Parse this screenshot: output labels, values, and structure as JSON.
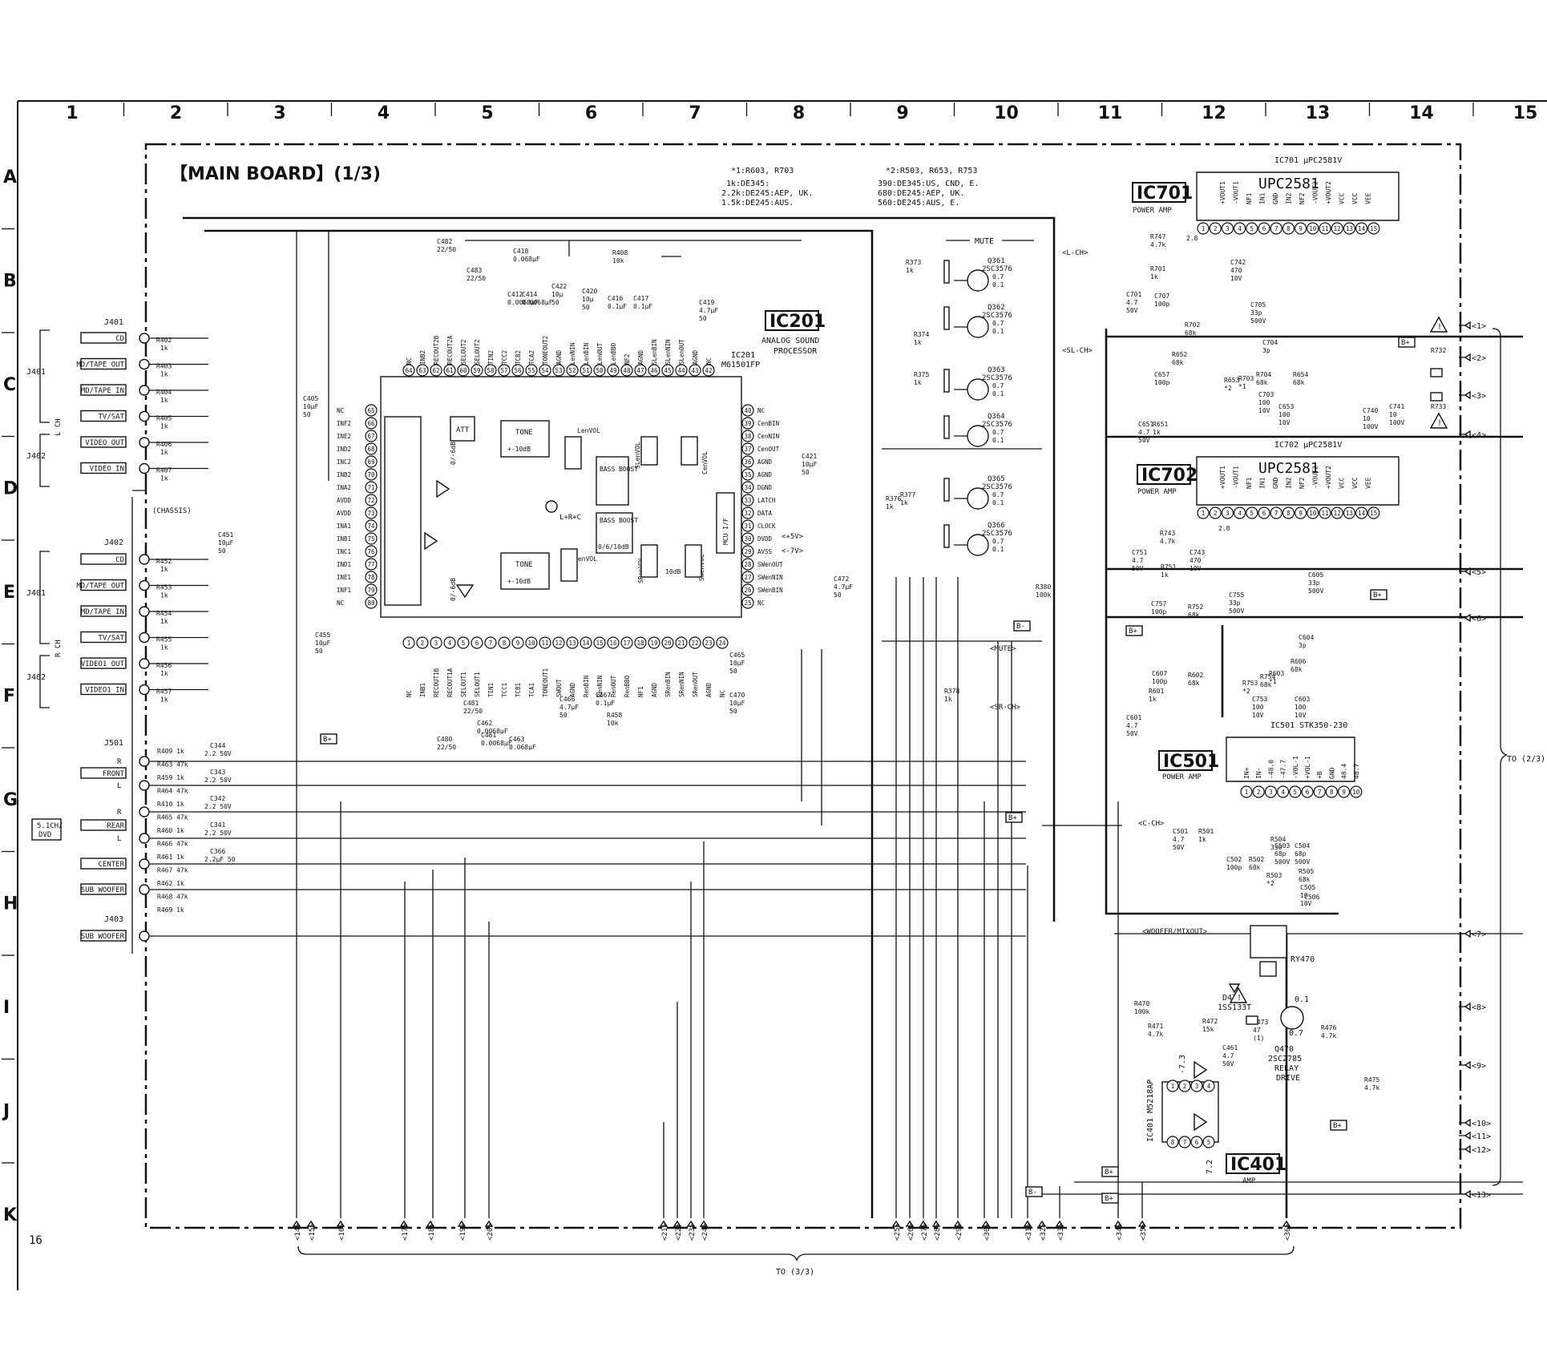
{
  "page_number": "16",
  "board_title": "【MAIN BOARD】(1/3)",
  "grid": {
    "columns": [
      "1",
      "2",
      "3",
      "4",
      "5",
      "6",
      "7",
      "8",
      "9",
      "10",
      "11",
      "12",
      "13",
      "14",
      "15"
    ],
    "rows": [
      "A",
      "B",
      "C",
      "D",
      "E",
      "F",
      "G",
      "H",
      "I",
      "J",
      "K"
    ]
  },
  "notes": {
    "note1": [
      "*1:R603, R703",
      "1k:DE345:",
      "2.2k:DE245:AEP, UK.",
      "1.5k:DE245:AUS."
    ],
    "note2": [
      "*2:R503, R653, R753",
      "390:DE345:US, CND, E.",
      "680:DE245:AEP, UK.",
      "560:DE245:AUS, E."
    ]
  },
  "ic201": {
    "label": "IC201",
    "desc1": "ANALOG SOUND",
    "desc2": "PROCESSOR",
    "part1": "IC201",
    "part2": "M61501FP"
  },
  "ic701": {
    "label": "IC701",
    "desc": "POWER AMP",
    "part": "IC701 µPC2581V",
    "chip": "UPC2581"
  },
  "ic702": {
    "label": "IC702",
    "desc": "POWER AMP",
    "part": "IC702 µPC2581V",
    "chip": "UPC2581"
  },
  "ic501": {
    "label": "IC501",
    "desc": "POWER AMP",
    "part": "IC501 STK350-230"
  },
  "ic401": {
    "label": "IC401",
    "desc": "AMP",
    "part": "IC401 M5218AP"
  },
  "pa_pins": [
    "+VOUT1",
    "-VOUT1",
    "NF1",
    "IN1",
    "GND",
    "IN2",
    "NF2",
    "-VOUT2",
    "+VOUT2",
    "VCC",
    "VCC",
    "VEE"
  ],
  "ic501_pins": [
    "IN+",
    "IN-",
    "-48.0",
    "-47.7",
    "-VOL-1",
    "+VOL-1",
    "+B",
    "GND",
    "48.4",
    "48.7"
  ],
  "front_left": {
    "j401": "J401",
    "j402": "J402",
    "ch": "L CH",
    "jacks": [
      "CD",
      "MD/TAPE OUT",
      "MD/TAPE IN",
      "TV/SAT",
      "VIDEO OUT",
      "VIDEO IN"
    ],
    "resistors": [
      "R402 1k",
      "R403 1k",
      "R404 1k",
      "R405 1k",
      "R406 1k",
      "R407 1k"
    ],
    "chassis": "(CHASSIS)"
  },
  "front_right": {
    "j401": "J401",
    "j402": "J402",
    "ch": "R CH",
    "top": "J402",
    "jacks": [
      "CD",
      "MD/TAPE OUT",
      "MD/TAPE IN",
      "TV/SAT",
      "VIDEO1 OUT",
      "VIDEO1 IN"
    ],
    "resistors": [
      "R452 1k",
      "R453 1k",
      "R454 1k",
      "R455 1k",
      "R456 1k",
      "R457 1k"
    ]
  },
  "j401_top": "J401",
  "surround": {
    "j501": "J501",
    "j403": "J403",
    "group": "5.1CH/ DVD",
    "labels": [
      "FRONT",
      "REAR",
      "CENTER",
      "SUB WOOFER",
      "SUB WOOFER"
    ],
    "lr": [
      "R",
      "L",
      "R",
      "L"
    ],
    "resistors": [
      "R409 1k",
      "R463 47k",
      "R459 1k",
      "R464 47k",
      "R410 1k",
      "R465 47k",
      "R460 1k",
      "R466 47k",
      "R461 1k",
      "R467 47k",
      "R462 1k",
      "R468 47k",
      "R469 1k"
    ],
    "caps": [
      "C344 2.2 50V",
      "C343 2.2 50V",
      "C342 2.2 50V",
      "C341 2.2 50V",
      "C366 2.2µF 50"
    ]
  },
  "ic201_left_pins": [
    "NC",
    "INF2",
    "INE2",
    "IND2",
    "INC2",
    "INB2",
    "INA2",
    "AVDD",
    "AVDD",
    "INA1",
    "INB1",
    "INC1",
    "IND1",
    "INE1",
    "INF1",
    "NC"
  ],
  "ic201_right_pins": [
    "NC",
    "CenBIN",
    "CenNIN",
    "CenOUT",
    "AGND",
    "AGND",
    "DGND",
    "LATCH",
    "DATA",
    "CLOCK",
    "DVDD",
    "AVSS",
    "SWenOUT",
    "SWenNIN",
    "SWenBIN",
    "NC"
  ],
  "ic201_top_pins": [
    "NC",
    "INB2",
    "RECOUT2B",
    "RECOUT2A",
    "SELOUT2",
    "SELOUT2",
    "TIN2",
    "TCC2",
    "TCB2",
    "TCA2",
    "TONEOUT2",
    "AGND",
    "LenNIN",
    "LenBIN",
    "LenOUT",
    "LenBBO",
    "NF2",
    "AGND",
    "SLenBIN",
    "SLenNIN",
    "SLenOUT",
    "AGND",
    "NC"
  ],
  "ic201_bottom_pins": [
    "NC",
    "INB1",
    "RECOUT1B",
    "RECOUT1A",
    "SELOUT1",
    "SELOUT1",
    "TIN1",
    "TCC1",
    "TCB1",
    "TCA1",
    "TONEOUT1",
    "SWOUT",
    "AGND",
    "RenBIN",
    "RenNIN",
    "RenOUT",
    "RenBBO",
    "NF1",
    "AGND",
    "SRenBIN",
    "SRenNIN",
    "SRenOUT",
    "AGND",
    "NC"
  ],
  "blocks": {
    "att": "ATT",
    "tone": "TONE",
    "tone_sub": "+-10dB",
    "gain": "0/-6dB",
    "bass": "BASS BOOST",
    "bass_sub": "0/6/10dB",
    "mcu": "MCU I/F",
    "sum": "L+R+C",
    "lenvol": "LenVOL",
    "renvol": "RenVOL",
    "cenvol": "CenVOL",
    "slenvol": "SLenVOL",
    "srenvol": "SRenVOL",
    "swenvol": "SWenVOL",
    "db10": "10dB"
  },
  "transistors": [
    {
      "ref": "Q361",
      "part": "2SC3576",
      "v": [
        "0.7",
        "0.1"
      ]
    },
    {
      "ref": "Q362",
      "part": "2SC3576",
      "v": [
        "0.7",
        "0.1"
      ]
    },
    {
      "ref": "Q363",
      "part": "2SC3576",
      "v": [
        "0.7",
        "0.1"
      ]
    },
    {
      "ref": "Q364",
      "part": "2SC3576",
      "v": [
        "0.7",
        "0.1"
      ]
    },
    {
      "ref": "Q365",
      "part": "2SC3576",
      "v": [
        "0.7",
        "0.1"
      ]
    },
    {
      "ref": "Q366",
      "part": "2SC3576",
      "v": [
        "0.7",
        "0.1"
      ]
    }
  ],
  "mute_label": "MUTE",
  "signals": [
    "<L-CH>",
    "<SL-CH>",
    "<SR-CH>",
    "<MUTE>",
    "<C-CH>",
    "<WOOFER/MIXOUT>",
    "<+5V>",
    "<-7V>"
  ],
  "outputs_2_3": [
    "1",
    "2",
    "3",
    "4",
    "5",
    "6",
    "7",
    "8",
    "9",
    "10",
    "11",
    "12",
    "13"
  ],
  "to_2_3": "TO (2/3)",
  "to_3_3": "TO (3/3)",
  "bottom_connectors": [
    "14",
    "15",
    "16",
    "17",
    "18",
    "19",
    "20",
    "21",
    "22",
    "23",
    "24",
    "25",
    "26",
    "27",
    "28",
    "29",
    "30",
    "31",
    "32",
    "33",
    "34",
    "35",
    "36"
  ],
  "relay": {
    "ref": "RY470"
  },
  "q470": {
    "ref": "Q470",
    "part": "2SC2785",
    "desc1": "RELAY",
    "desc2": "DRIVE",
    "v": [
      "0.1",
      "0.7"
    ]
  },
  "d470": {
    "ref": "D470",
    "part": "1SS133T"
  },
  "ic401_v": [
    "-7.3",
    "7.2"
  ],
  "parts_top": [
    "C482 22/50",
    "C483 22/50",
    "C418 0.068µF",
    "C412 0.0068µF",
    "C414 0.0068µF",
    "C422 10µ 50",
    "R408 10k",
    "C420 10µ 50",
    "C416 0.1µF",
    "C417 0.1µF",
    "C419 4.7µF 50"
  ],
  "parts_mid": [
    "C405 10µF 50",
    "C421 10µF 50",
    "C472 4.7µF 50",
    "R373 1k",
    "R374 1k",
    "R375 1k",
    "R376 1k",
    "R377 1k",
    "R378 1k",
    "R380 100k",
    "C455 10µF 50",
    "C451 10µF 50",
    "C465 10µF 50",
    "C470 10µF 50",
    "R458 10k",
    "C467 0.1µF",
    "C466 4.7µF 50",
    "C463 0.068µF",
    "C461 0.0068µF",
    "C462 0.0068µF",
    "C481 22/50",
    "C480 22/50"
  ],
  "power_a": [
    "R747 4.7k",
    "R701 1k",
    "C742 470 10V",
    "C701 4.7 50V",
    "C707 100p",
    "R702 68k",
    "C705 33p 500V",
    "C704 3p",
    "R703 *1",
    "R704 68k",
    "C703 100 10V",
    "C653 100 10V",
    "C657 100p",
    "R652 68k",
    "C651 4.7 50V",
    "R651 1k",
    "R653 *2",
    "R654 68k",
    "C740 10 100V",
    "C741 10 100V",
    "R732",
    "R733",
    "2.8"
  ],
  "power_b": [
    "R743 4.7k",
    "C751 4.7 50V",
    "R751 1k",
    "C743 470 10V",
    "C755 33p 500V",
    "C605 33p 500V",
    "C757 100p",
    "R752 68k",
    "C604 3p",
    "R606 68k",
    "C607 100p",
    "R602 68k",
    "R601 1k",
    "C601 4.7 50V",
    "R753 *2",
    "R754 68k",
    "R603 *1",
    "C753 100 10V",
    "C603 100 10V",
    "2.8"
  ],
  "power_c": [
    "C501 4.7 50V",
    "R501 1k",
    "C502 100p",
    "R502 68k",
    "R504 330",
    "C503 68p 500V",
    "C504 68p 500V",
    "R503 *2",
    "R505 68k",
    "C505 10 10V",
    "C506"
  ],
  "relay_parts": [
    "R470 100k",
    "R471 4.7k",
    "R472 15k",
    "C461 4.7 50V",
    "R473 47 (1)",
    "R476 4.7k",
    "R475 4.7k"
  ],
  "rails": [
    "B+",
    "B-"
  ],
  "chip_label": "M5218AP",
  "icons": [
    "warning-triangle-icon",
    "fuse-icon",
    "arrow-icon"
  ]
}
